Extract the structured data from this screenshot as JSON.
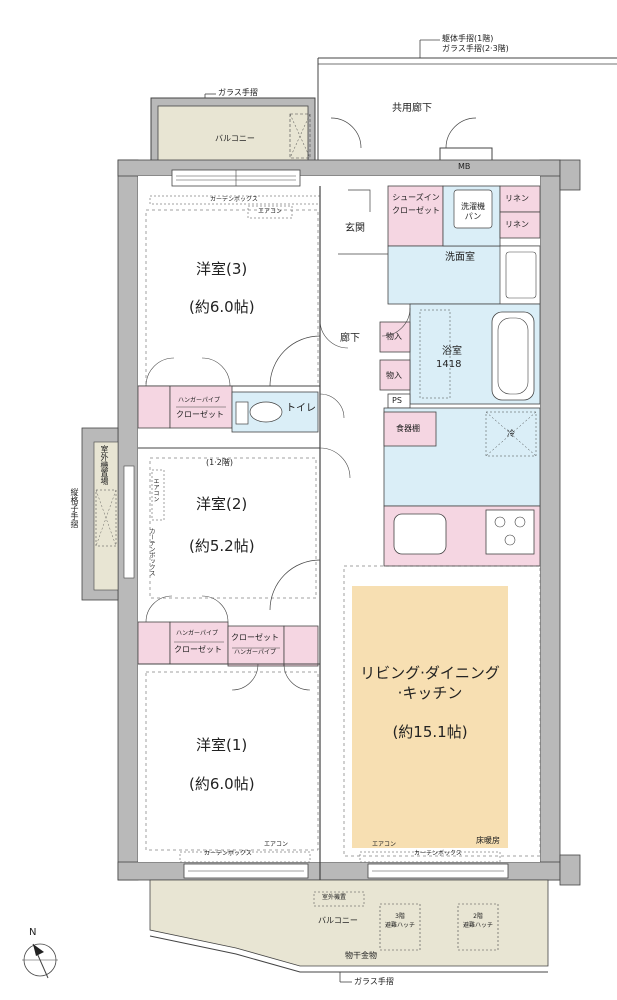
{
  "colors": {
    "wall": "#b9b9b9",
    "balcony": "#e8e5d3",
    "wet_area": "#daeef7",
    "storage": "#f5d6e2",
    "ldk": "#f7dfb2",
    "line": "#444444"
  },
  "top_annotations": {
    "rail_line1": "躯体手摺(1階)",
    "rail_line2": "ガラス手摺(2·3階)",
    "glass_rail_top": "ガラス手摺",
    "common_corridor": "共用廊下",
    "mb": "MB"
  },
  "north_label": "N",
  "rooms": {
    "balcony_top": "バルコニー",
    "curtain_box_top": "カーテンボックス",
    "aircon_top": "エアコン",
    "shoes_closet": "シューズイン\nクローゼット",
    "entrance": "玄関",
    "washer_pan": "洗濯機\nパン",
    "linen1": "リネン",
    "linen2": "リネン",
    "washroom": "洗面室",
    "room3_name": "洋室(3)",
    "room3_size": "(約6.0帖)",
    "corridor": "廊下",
    "storage1": "物入",
    "storage2": "物入",
    "bath_name": "浴室",
    "bath_size": "1418",
    "ps": "PS",
    "toilet": "トイレ",
    "hanger_pipe1": "ハンガーパイプ",
    "closet1": "クローゼット",
    "tableware": "食器棚",
    "fridge": "冷",
    "floor_note": "(1·2階)",
    "outdoor_unit": "室外機置場",
    "lattice_rail": "縦格子手摺",
    "aircon_mid": "エアコン",
    "curtain_box_mid": "カーテンボックス",
    "room2_name": "洋室(2)",
    "room2_size": "(約5.2帖)",
    "hanger_pipe2": "ハンガーパイプ",
    "closet2": "クローゼット",
    "closet3": "クローゼット",
    "hanger_pipe3": "ハンガーパイプ",
    "room1_name": "洋室(1)",
    "room1_size": "(約6.0帖)",
    "ldk_line1": "リビング·ダイニング",
    "ldk_line2": "·キッチン",
    "ldk_size": "(約15.1帖)",
    "floor_heating": "床暖房",
    "aircon_bottom1": "エアコン",
    "curtain_box_bottom1": "カーテンボックス",
    "aircon_bottom2": "エアコン",
    "curtain_box_bottom2": "カーテンボックス",
    "balcony_bottom": "バルコニー",
    "hatch_left_l1": "3階",
    "hatch_left_l2": "避難ハッチ",
    "hatch_right_l1": "2階",
    "hatch_right_l2": "避難ハッチ",
    "drying_hardware": "物干金物",
    "glass_rail_bottom": "ガラス手摺",
    "outdoor_unit_bottom": "室外機置"
  }
}
